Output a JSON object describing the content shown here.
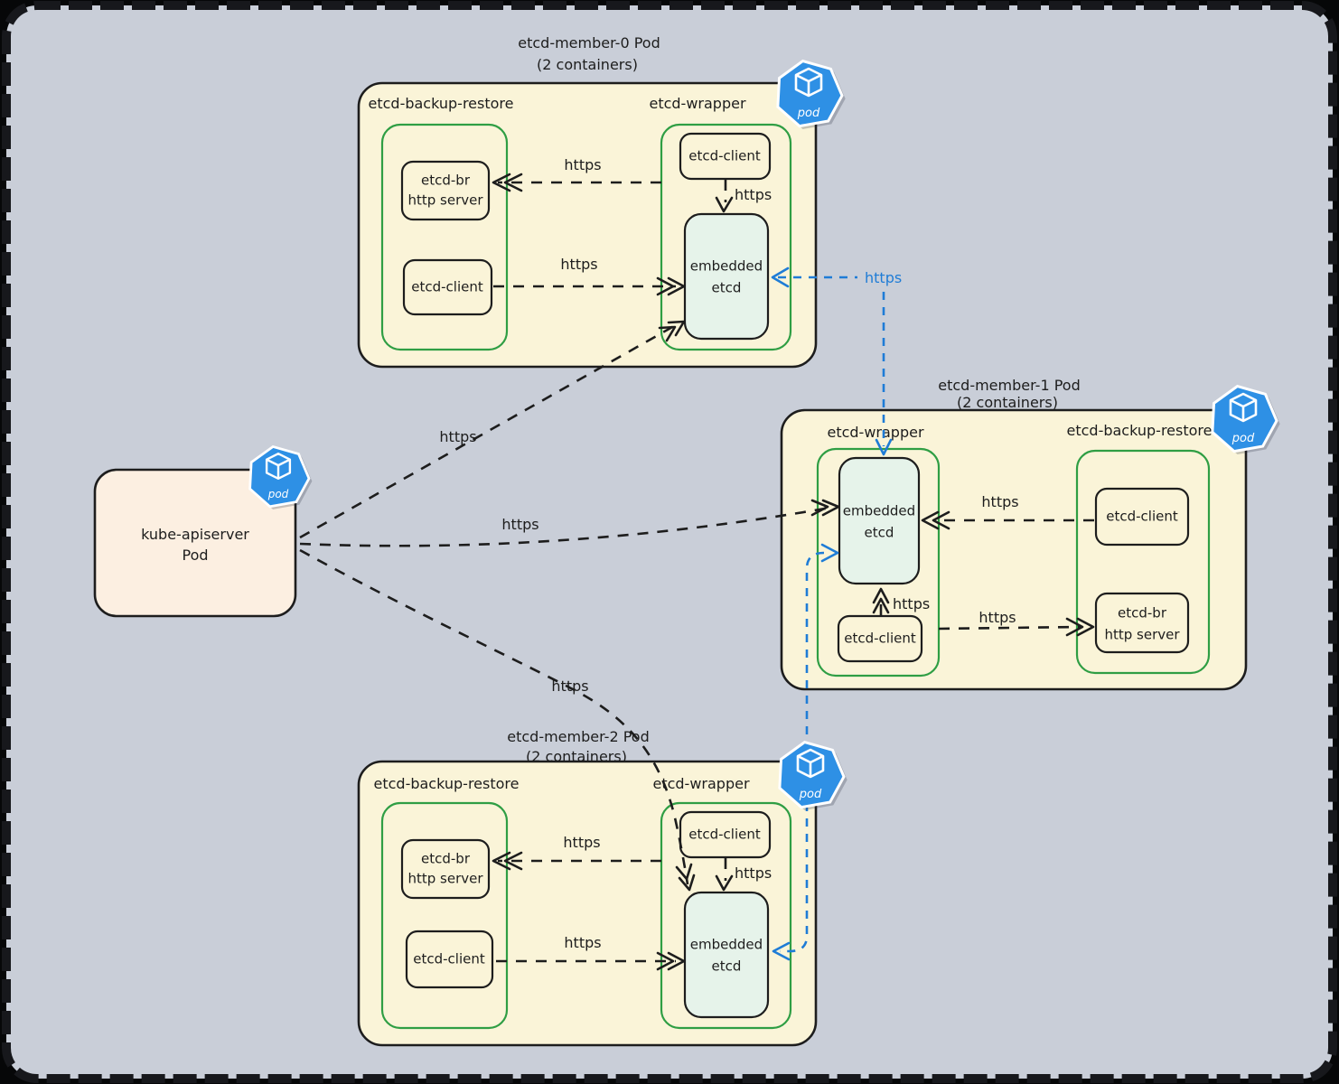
{
  "colors": {
    "canvas_bg": "#c9ced8",
    "frame": "#060708",
    "pod_fill": "#faf4d8",
    "apiserver_fill": "#fcefe1",
    "embedded_fill": "#e6f3ea",
    "container_stroke": "#2f9e44",
    "line_black": "#1d1d1d",
    "line_blue": "#1f7cd6",
    "pod_icon_blue": "#2e90e5"
  },
  "pod_icon": {
    "label": "pod"
  },
  "apiserver": {
    "line1": "kube-apiserver",
    "line2": "Pod"
  },
  "members": [
    {
      "title": "etcd-member-0 Pod",
      "subtitle": "(2 containers)",
      "backup_restore": {
        "label": "etcd-backup-restore",
        "server_line1": "etcd-br",
        "server_line2": "http server",
        "client": "etcd-client"
      },
      "wrapper": {
        "label": "etcd-wrapper",
        "client": "etcd-client",
        "embedded_line1": "embedded",
        "embedded_line2": "etcd"
      }
    },
    {
      "title": "etcd-member-1 Pod",
      "subtitle": "(2 containers)",
      "backup_restore": {
        "label": "etcd-backup-restore",
        "server_line1": "etcd-br",
        "server_line2": "http server",
        "client": "etcd-client"
      },
      "wrapper": {
        "label": "etcd-wrapper",
        "client": "etcd-client",
        "embedded_line1": "embedded",
        "embedded_line2": "etcd"
      }
    },
    {
      "title": "etcd-member-2 Pod",
      "subtitle": "(2 containers)",
      "backup_restore": {
        "label": "etcd-backup-restore",
        "server_line1": "etcd-br",
        "server_line2": "http server",
        "client": "etcd-client"
      },
      "wrapper": {
        "label": "etcd-wrapper",
        "client": "etcd-client",
        "embedded_line1": "embedded",
        "embedded_line2": "etcd"
      }
    }
  ],
  "edges": {
    "api_to_member0": "https",
    "api_to_member1": "https",
    "api_to_member2": "https",
    "member0_wrapper_to_br_server": "https",
    "member0_wrapper_client_to_embedded": "https",
    "member0_br_client_to_embedded": "https",
    "member1_br_client_to_embedded": "https",
    "member1_wrapper_client_to_embedded": "https",
    "member1_wrapper_to_br_server": "https",
    "member2_wrapper_to_br_server": "https",
    "member2_wrapper_client_to_embedded": "https",
    "member2_br_client_to_embedded": "https",
    "peer_member1_to_member0": "https"
  }
}
